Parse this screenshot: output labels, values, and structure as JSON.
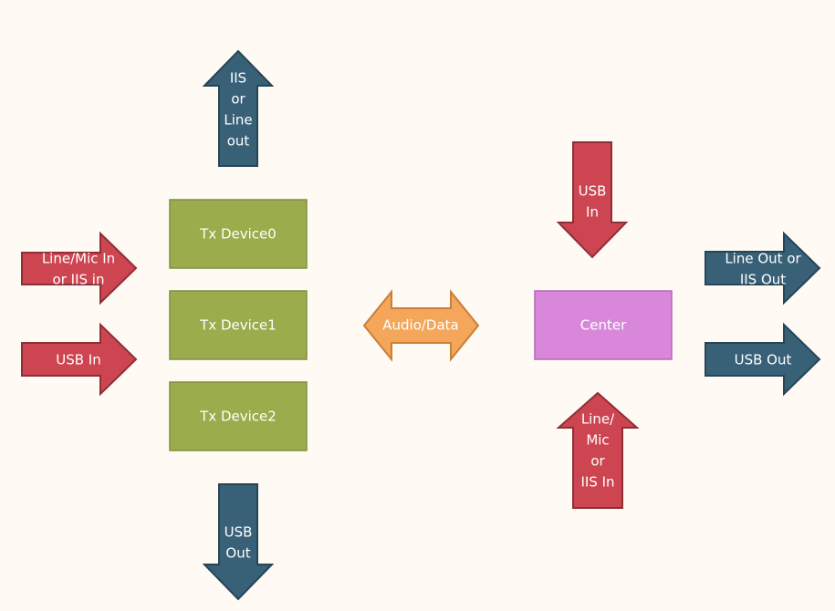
{
  "diagram": {
    "devices": {
      "tx0": "Tx Device0",
      "tx1": "Tx Device1",
      "tx2": "Tx Device2",
      "center": "Center"
    },
    "left_side": {
      "top_out": [
        "IIS",
        "or",
        "Line",
        "out"
      ],
      "line_mic_in": [
        "Line/Mic In",
        "or IIS in"
      ],
      "usb_in": [
        "USB In"
      ],
      "bottom_out": [
        "USB",
        "Out"
      ]
    },
    "link": {
      "label": "Audio/Data"
    },
    "right_side": {
      "usb_in": [
        "USB",
        "In"
      ],
      "line_out": [
        "Line Out or",
        "IIS Out"
      ],
      "usb_out": [
        "USB Out"
      ],
      "line_mic_in": [
        "Line/",
        "Mic",
        "or",
        "IIS In"
      ]
    },
    "colors": {
      "input_arrow": "#cd4550",
      "output_arrow": "#386178",
      "link_arrow": "#f4a65a",
      "tx_box": "#9aac4c",
      "center_box": "#d987db",
      "background": "#fffaf4"
    }
  }
}
